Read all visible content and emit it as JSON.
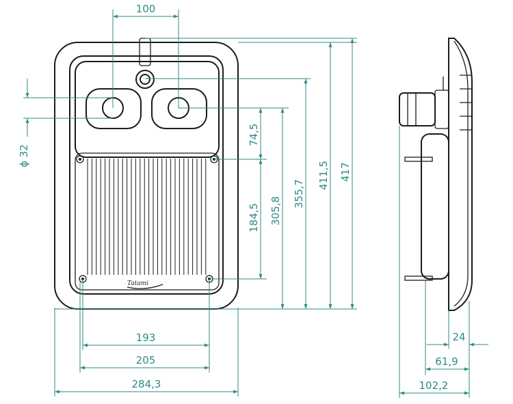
{
  "colors": {
    "dimension": "#2e8a86",
    "outline": "#1a1a1a",
    "background": "#ffffff"
  },
  "dimensions": {
    "top_spacing": "100",
    "diameter": "ϕ 32",
    "d_74_5": "74,5",
    "d_184_5": "184,5",
    "d_305_8": "305,8",
    "d_355_7": "355,7",
    "d_411_5": "411,5",
    "d_417": "417",
    "w_193": "193",
    "w_205": "205",
    "w_284_3": "284,3",
    "side_24": "24",
    "side_61_9": "61,9",
    "side_102_2": "102,2"
  },
  "logo_text": "Tatami"
}
